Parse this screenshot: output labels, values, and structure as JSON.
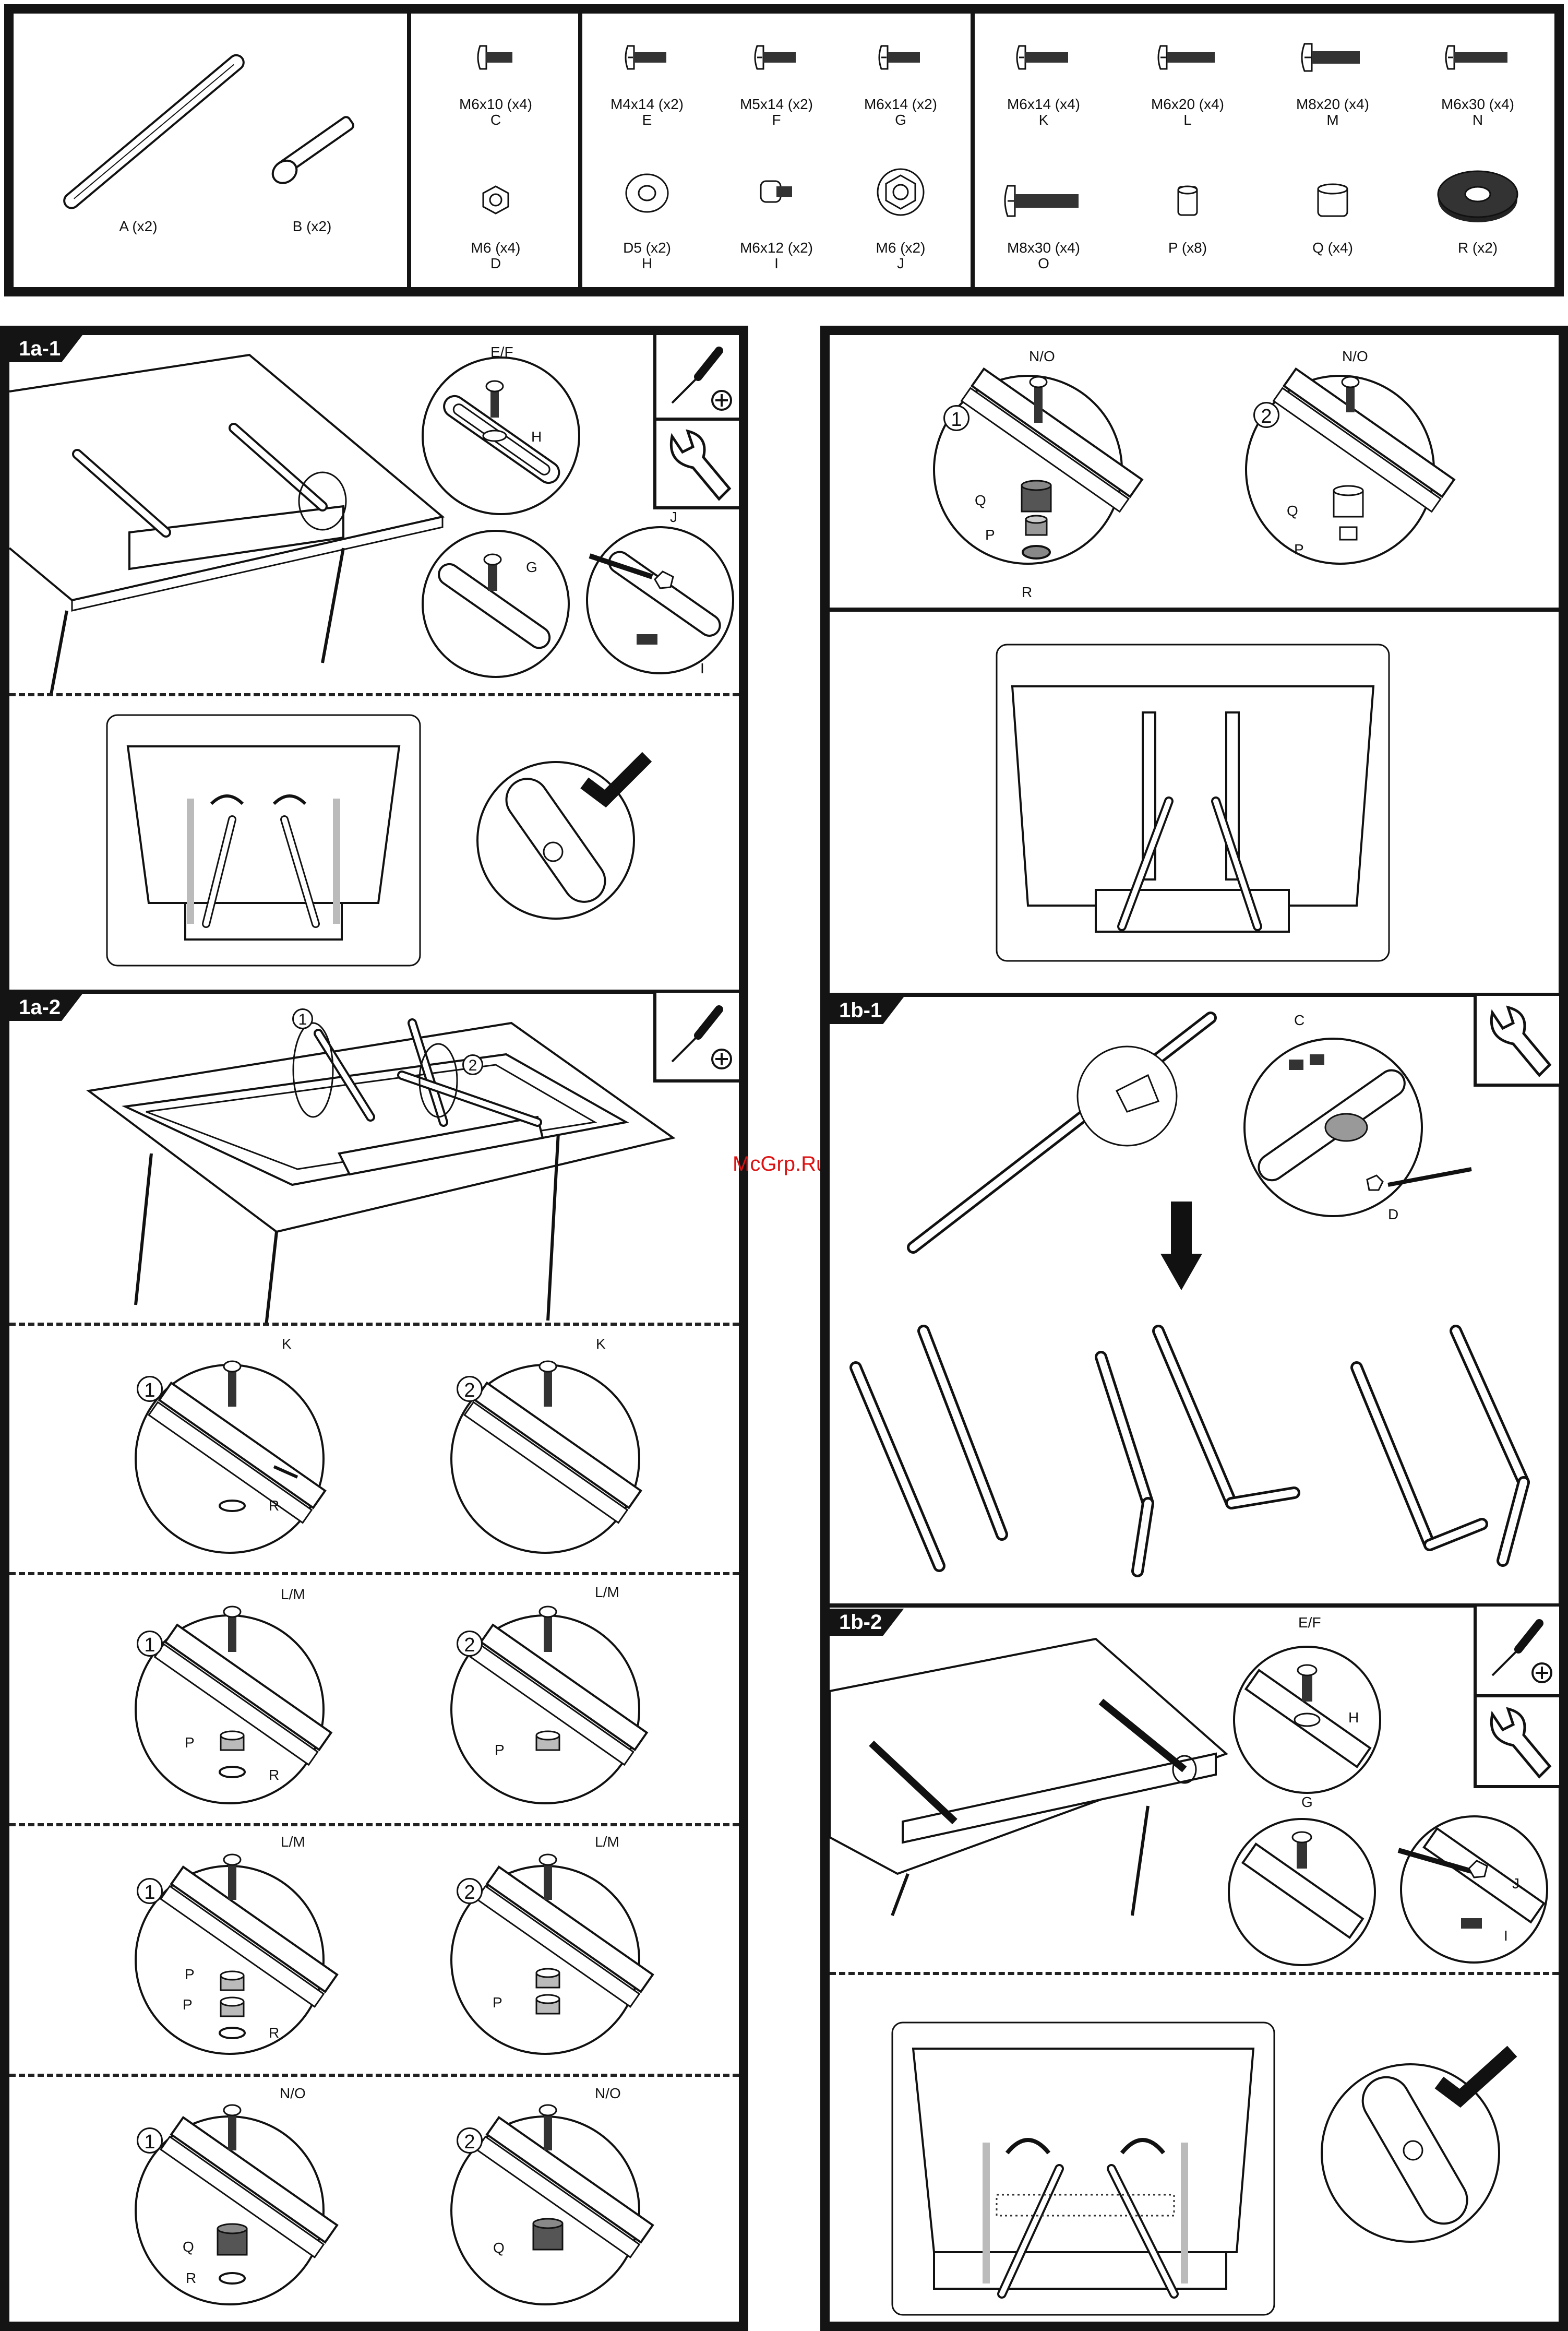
{
  "parts": {
    "long_bracket": {
      "size": "A (x2)"
    },
    "short_bracket": {
      "size": "B (x2)"
    },
    "items": [
      {
        "size": "M6x10 (x4)",
        "letter": "C"
      },
      {
        "size": "M6 (x4)",
        "letter": "D"
      },
      {
        "size": "M4x14 (x2)",
        "letter": "E"
      },
      {
        "size": "M5x14 (x2)",
        "letter": "F"
      },
      {
        "size": "M6x14 (x2)",
        "letter": "G"
      },
      {
        "size": "D5 (x2)",
        "letter": "H"
      },
      {
        "size": "M6x12 (x2)",
        "letter": "I"
      },
      {
        "size": "M6 (x2)",
        "letter": "J"
      },
      {
        "size": "M6x14 (x4)",
        "letter": "K"
      },
      {
        "size": "M6x20 (x4)",
        "letter": "L"
      },
      {
        "size": "M8x20 (x4)",
        "letter": "M"
      },
      {
        "size": "M6x30 (x4)",
        "letter": "N"
      },
      {
        "size": "M8x30 (x4)",
        "letter": "O"
      },
      {
        "size": "P (x8)",
        "letter": ""
      },
      {
        "size": "Q (x4)",
        "letter": ""
      },
      {
        "size": "R (x2)",
        "letter": ""
      }
    ]
  },
  "steps": {
    "s1a1": "1a-1",
    "s1a2": "1a-2",
    "s1b1": "1b-1",
    "s1b2": "1b-2"
  },
  "callouts": {
    "ef": "E/F",
    "h": "H",
    "g": "G",
    "j": "J",
    "i": "I",
    "k": "K",
    "r": "R",
    "lm": "L/M",
    "p": "P",
    "no": "N/O",
    "q": "Q",
    "c": "C",
    "d": "D"
  },
  "circled_numbers": {
    "one": "1",
    "two": "2"
  },
  "watermark": "McGrp.Ru",
  "colors": {
    "frame": "#141414",
    "watermark": "#dd1111"
  }
}
